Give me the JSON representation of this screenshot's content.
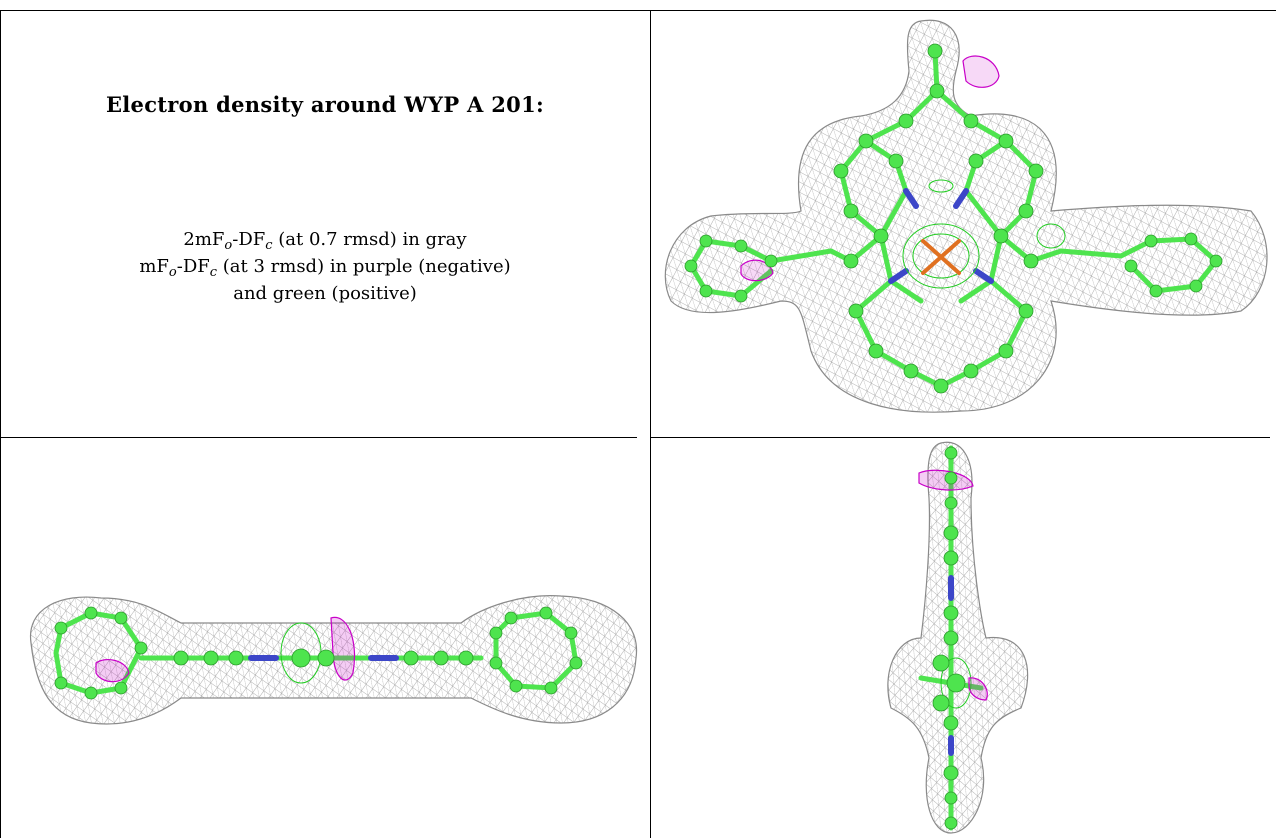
{
  "caption": {
    "title": "Electron density around WYP A 201:",
    "line1_a": "2mF",
    "line1_sub1": "o",
    "line1_b": "-DF",
    "line1_sub2": "c",
    "line1_c": " (at 0.7 rmsd) in gray",
    "line2_a": "mF",
    "line2_sub1": "o",
    "line2_b": "-DF",
    "line2_sub2": "c",
    "line2_c": " (at 3 rmsd) in purple (negative)",
    "line3": "and green (positive)"
  },
  "colors": {
    "mesh_gray": "#9a9a9a",
    "carbon_green": "#4ee44e",
    "nitrogen_blue": "#3c46c8",
    "negative_purple": "#c800c8",
    "positive_green": "#22cc22",
    "metal_orange": "#e07020"
  }
}
